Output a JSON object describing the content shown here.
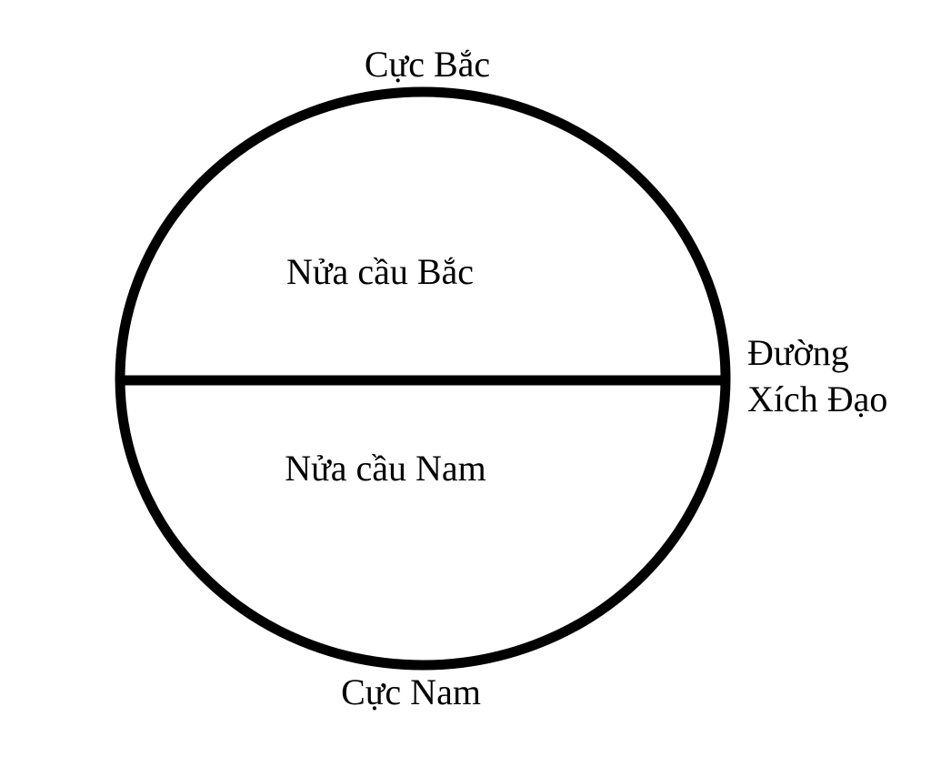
{
  "labels": {
    "north_pole": "Cực Bắc",
    "south_pole": "Cực Nam",
    "northern_hemisphere": "Nửa cầu Bắc",
    "southern_hemisphere": "Nửa cầu Nam",
    "equator_line1": "Đường",
    "equator_line2": "Xích Đạo"
  },
  "colors": {
    "stroke": "#000000",
    "background": "#ffffff"
  }
}
